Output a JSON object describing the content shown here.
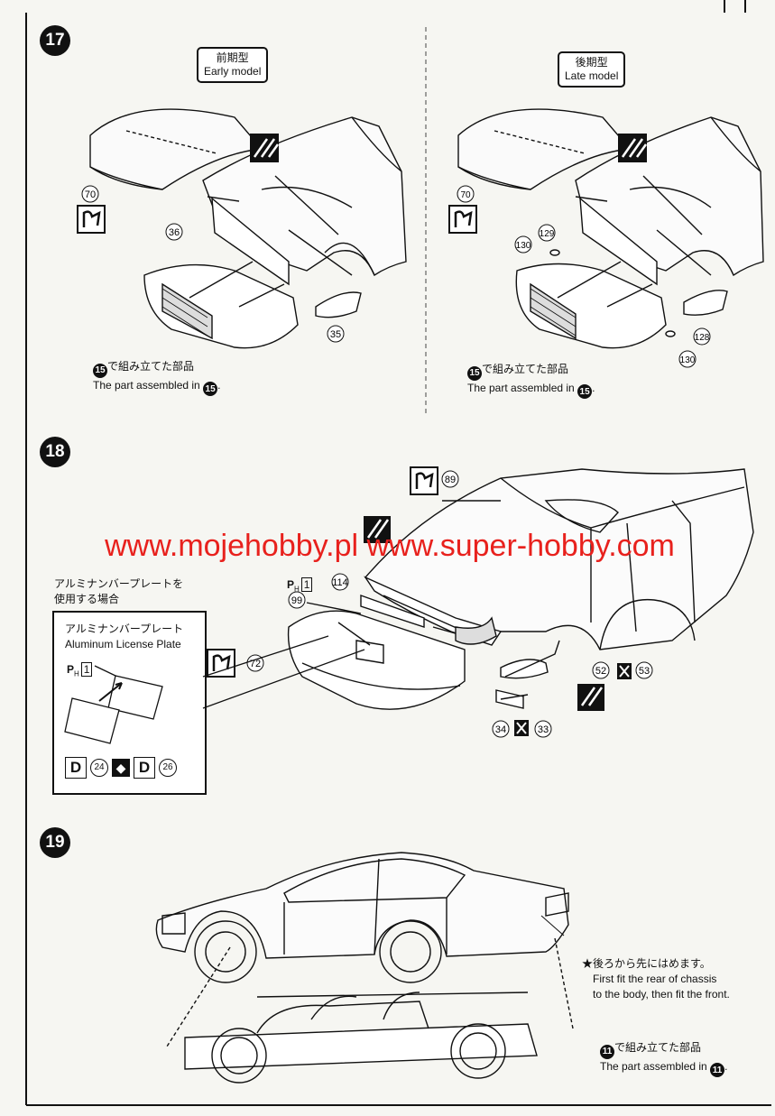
{
  "steps": {
    "s17": "17",
    "s18": "18",
    "s19": "19"
  },
  "step17": {
    "early_label_jp": "前期型",
    "early_label_en": "Early model",
    "late_label_jp": "後期型",
    "late_label_en": "Late model",
    "early_parts": [
      "70",
      "36",
      "35"
    ],
    "late_parts": [
      "70",
      "129",
      "130",
      "128",
      "130"
    ],
    "assembled_jp": "で組み立てた部品",
    "assembled_en": "The part assembled in",
    "ref_step": "15"
  },
  "step18": {
    "parts": [
      "89",
      "99",
      "114",
      "72",
      "52",
      "53",
      "34",
      "33"
    ],
    "ph_label": "P",
    "ph_sub": "H",
    "ph_num": "1",
    "plate_note_jp_1": "アルミナンバープレートを",
    "plate_note_jp_2": "使用する場合",
    "plate_box_jp": "アルミナンバープレート",
    "plate_box_en": "Aluminum License Plate",
    "decal_letter": "D",
    "decal_a": "24",
    "decal_b": "26"
  },
  "watermark": "www.mojehobby.pl www.super-hobby.com",
  "step19": {
    "note_jp": "★後ろから先にはめます。",
    "note_en_1": "First fit the rear of chassis",
    "note_en_2": "to the body, then fit the front.",
    "assembled_jp": "で組み立てた部品",
    "assembled_en": "The part assembled in",
    "ref_step": "11"
  }
}
